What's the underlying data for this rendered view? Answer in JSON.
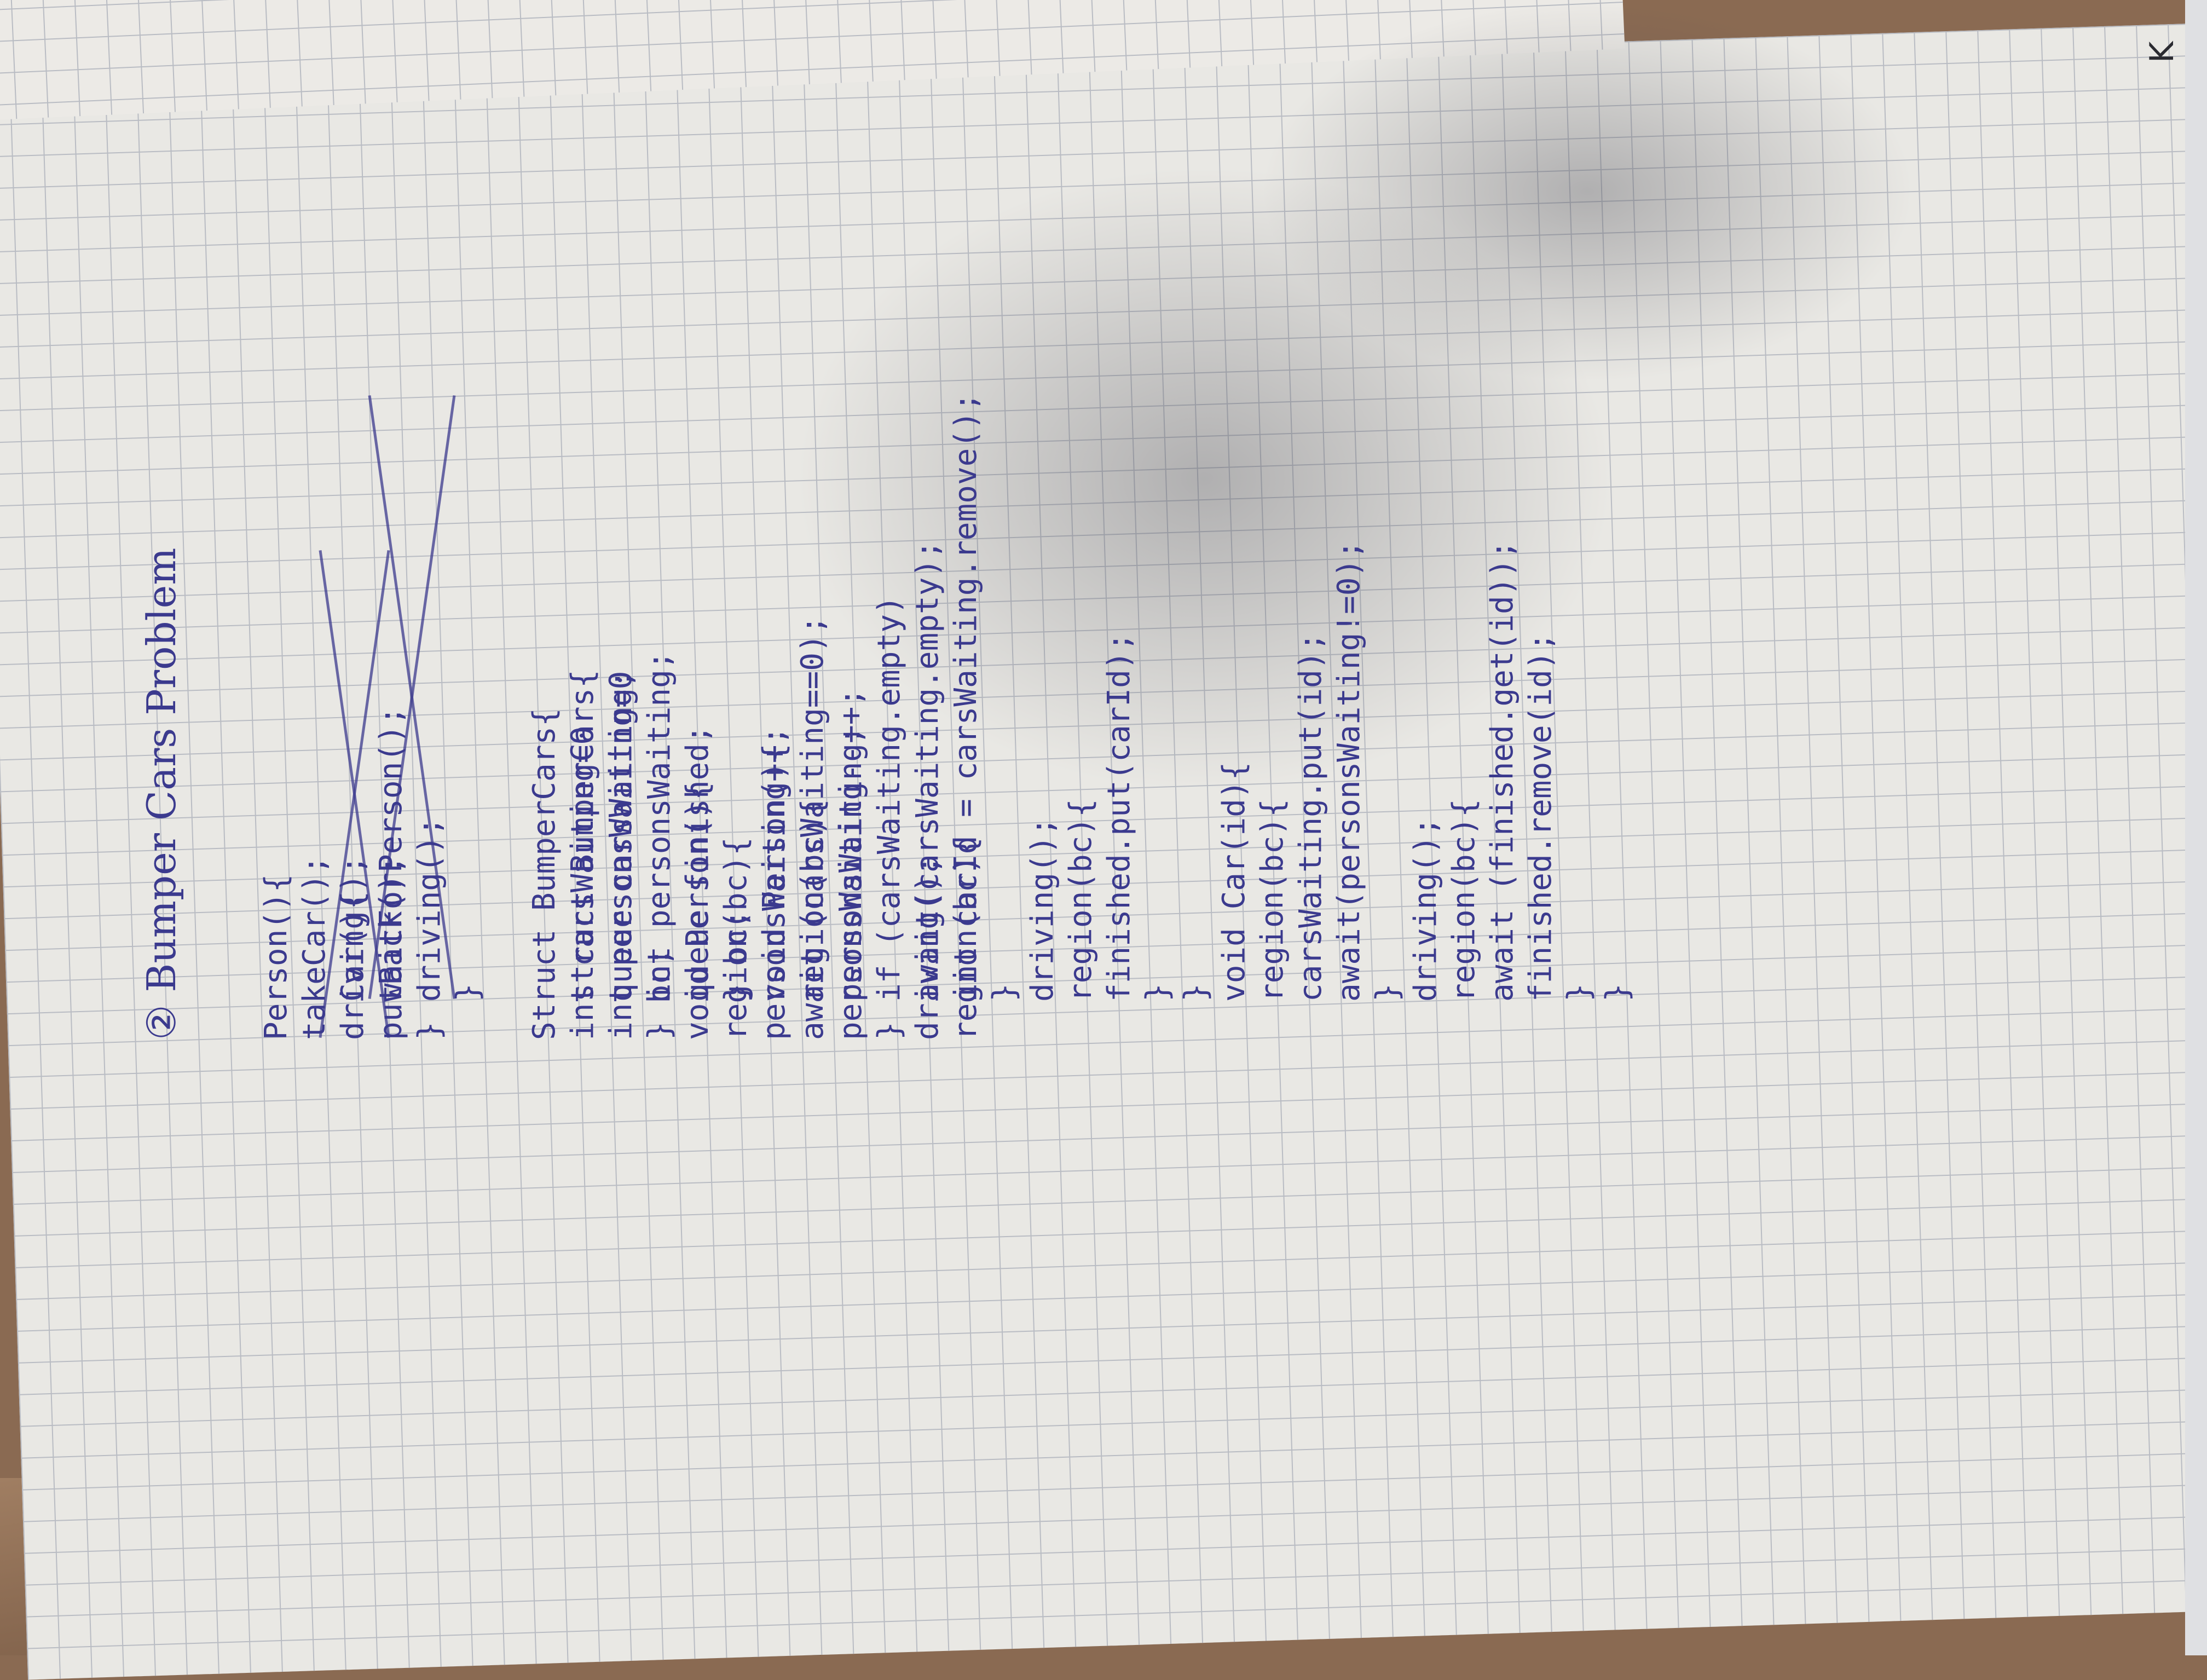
{
  "colors": {
    "ink": "#3b3a8e",
    "paper": "#e9e8e4",
    "grid": "#b9bcc3",
    "desk": "#8a6a52"
  },
  "notes": {
    "margin_corner": "K",
    "column1": {
      "title": "② Bumper Cars Problem",
      "struck_lines": [
        "Person(){",
        "takeCar();",
        "driving();",
        "putBack();",
        "}"
      ],
      "lines": [
        "Struct BumperCars{",
        "int carsWaiting=0",
        "int personsWaiting=0",
        "} bc;",
        "void Person(){",
        "region(bc){",
        "personsWaiting++;",
        "await (carsWaiting==0);",
        "personsWaiting--;",
        "}",
        "driving();",
        "region(bc){"
      ]
    },
    "column2": {
      "struck_lines": [
        "Car(){",
        "waitForPerson();",
        "driving();",
        "}"
      ],
      "lines": [
        "struct BumperCars{",
        "queue carsWaiting;",
        "int personsWaiting;",
        "queue finished;",
        "} bc;",
        "void Person(){",
        "region(bc){",
        "personsWaiting++;",
        "if (carsWaiting.empty)",
        "await(carsWaiting.empty);",
        "int carId = carsWaiting.remove();",
        "}",
        "driving();",
        "region(bc){",
        "finished.put(carId);",
        "}",
        "}",
        "void Car(id){",
        "region(bc){",
        "carsWaiting.put(id);",
        "await(personsWaiting!=0);",
        "}",
        "driving();",
        "region(bc){",
        "await (finished.get(id));",
        "finished.remove(id);",
        "}",
        "}"
      ]
    }
  }
}
